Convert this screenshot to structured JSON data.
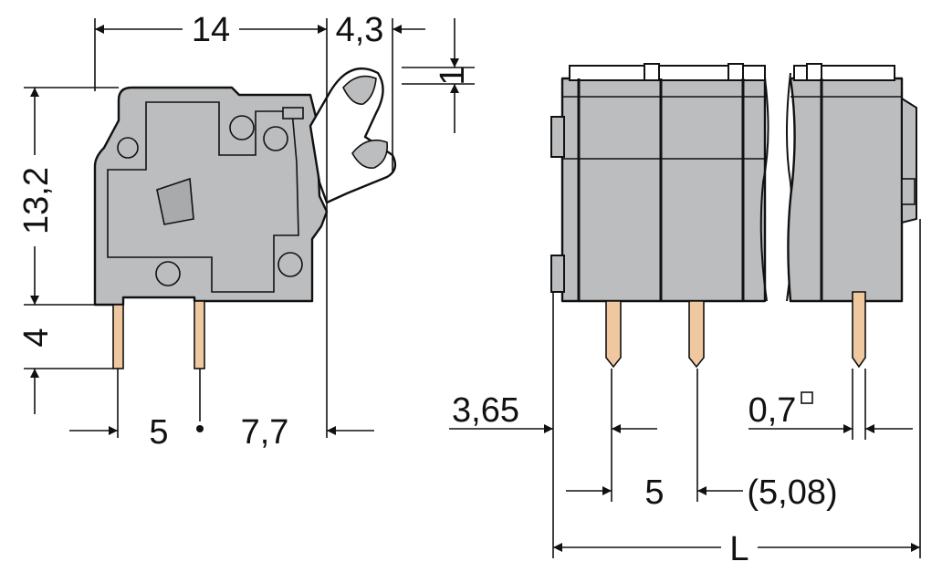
{
  "dimensions": {
    "width_14": "14",
    "lever_4_3": "4,3",
    "lever_1": "1",
    "height_13_2": "13,2",
    "pin_4": "4",
    "pitch_5_left": "5",
    "offset_7_7": "7,7",
    "offset_3_65": "3,65",
    "pin_0_7": "0,7",
    "pitch_5_right": "5",
    "pitch_5_08": "(5,08)",
    "length_L": "L"
  },
  "colors": {
    "housing": "#bcbdbf",
    "pin": "#f0c8a0",
    "line": "#111111"
  }
}
